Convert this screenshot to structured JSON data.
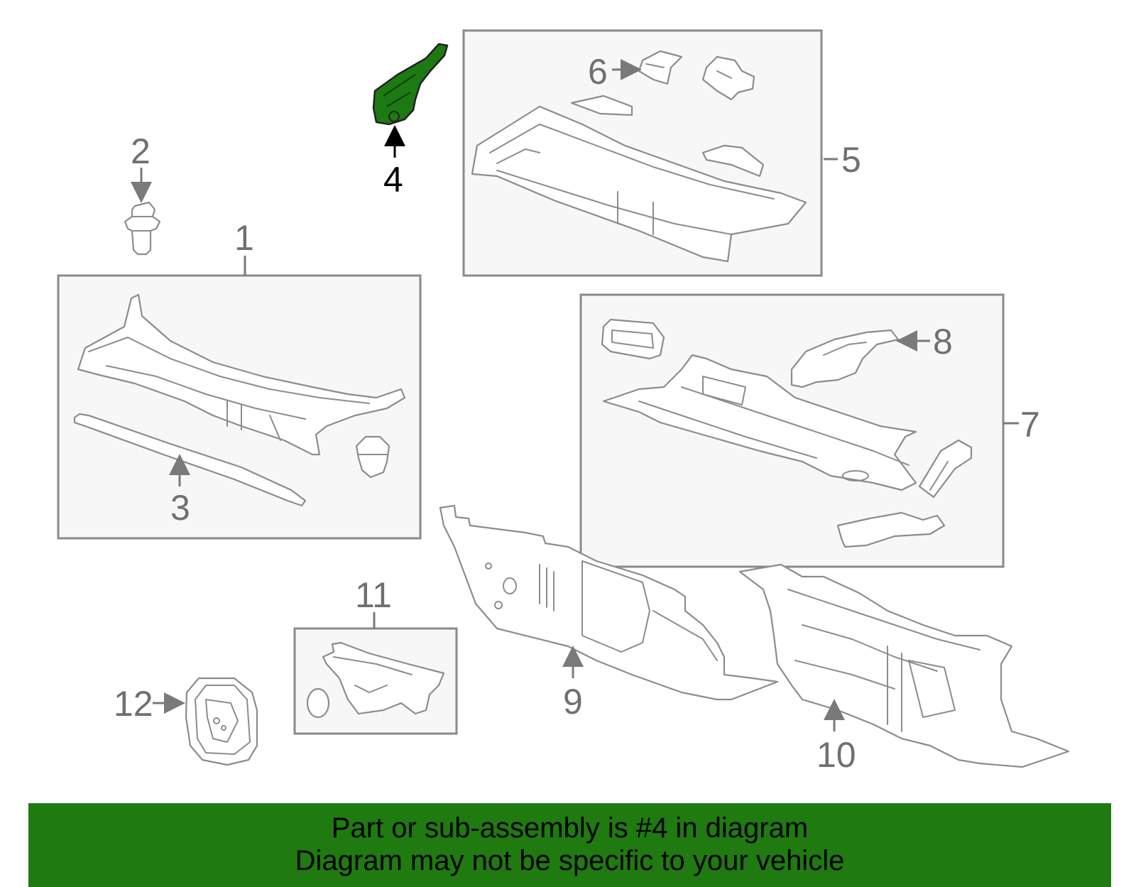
{
  "callouts": {
    "c1": "1",
    "c2": "2",
    "c3": "3",
    "c4": "4",
    "c5": "5",
    "c6": "6",
    "c7": "7",
    "c8": "8",
    "c9": "9",
    "c10": "10",
    "c11": "11",
    "c12": "12"
  },
  "highlighted_part": "4",
  "highlight_color": "#1f7a10",
  "banner": {
    "line1": "Part or sub-assembly is #4 in diagram",
    "line2": "Diagram may not be specific to your vehicle"
  }
}
